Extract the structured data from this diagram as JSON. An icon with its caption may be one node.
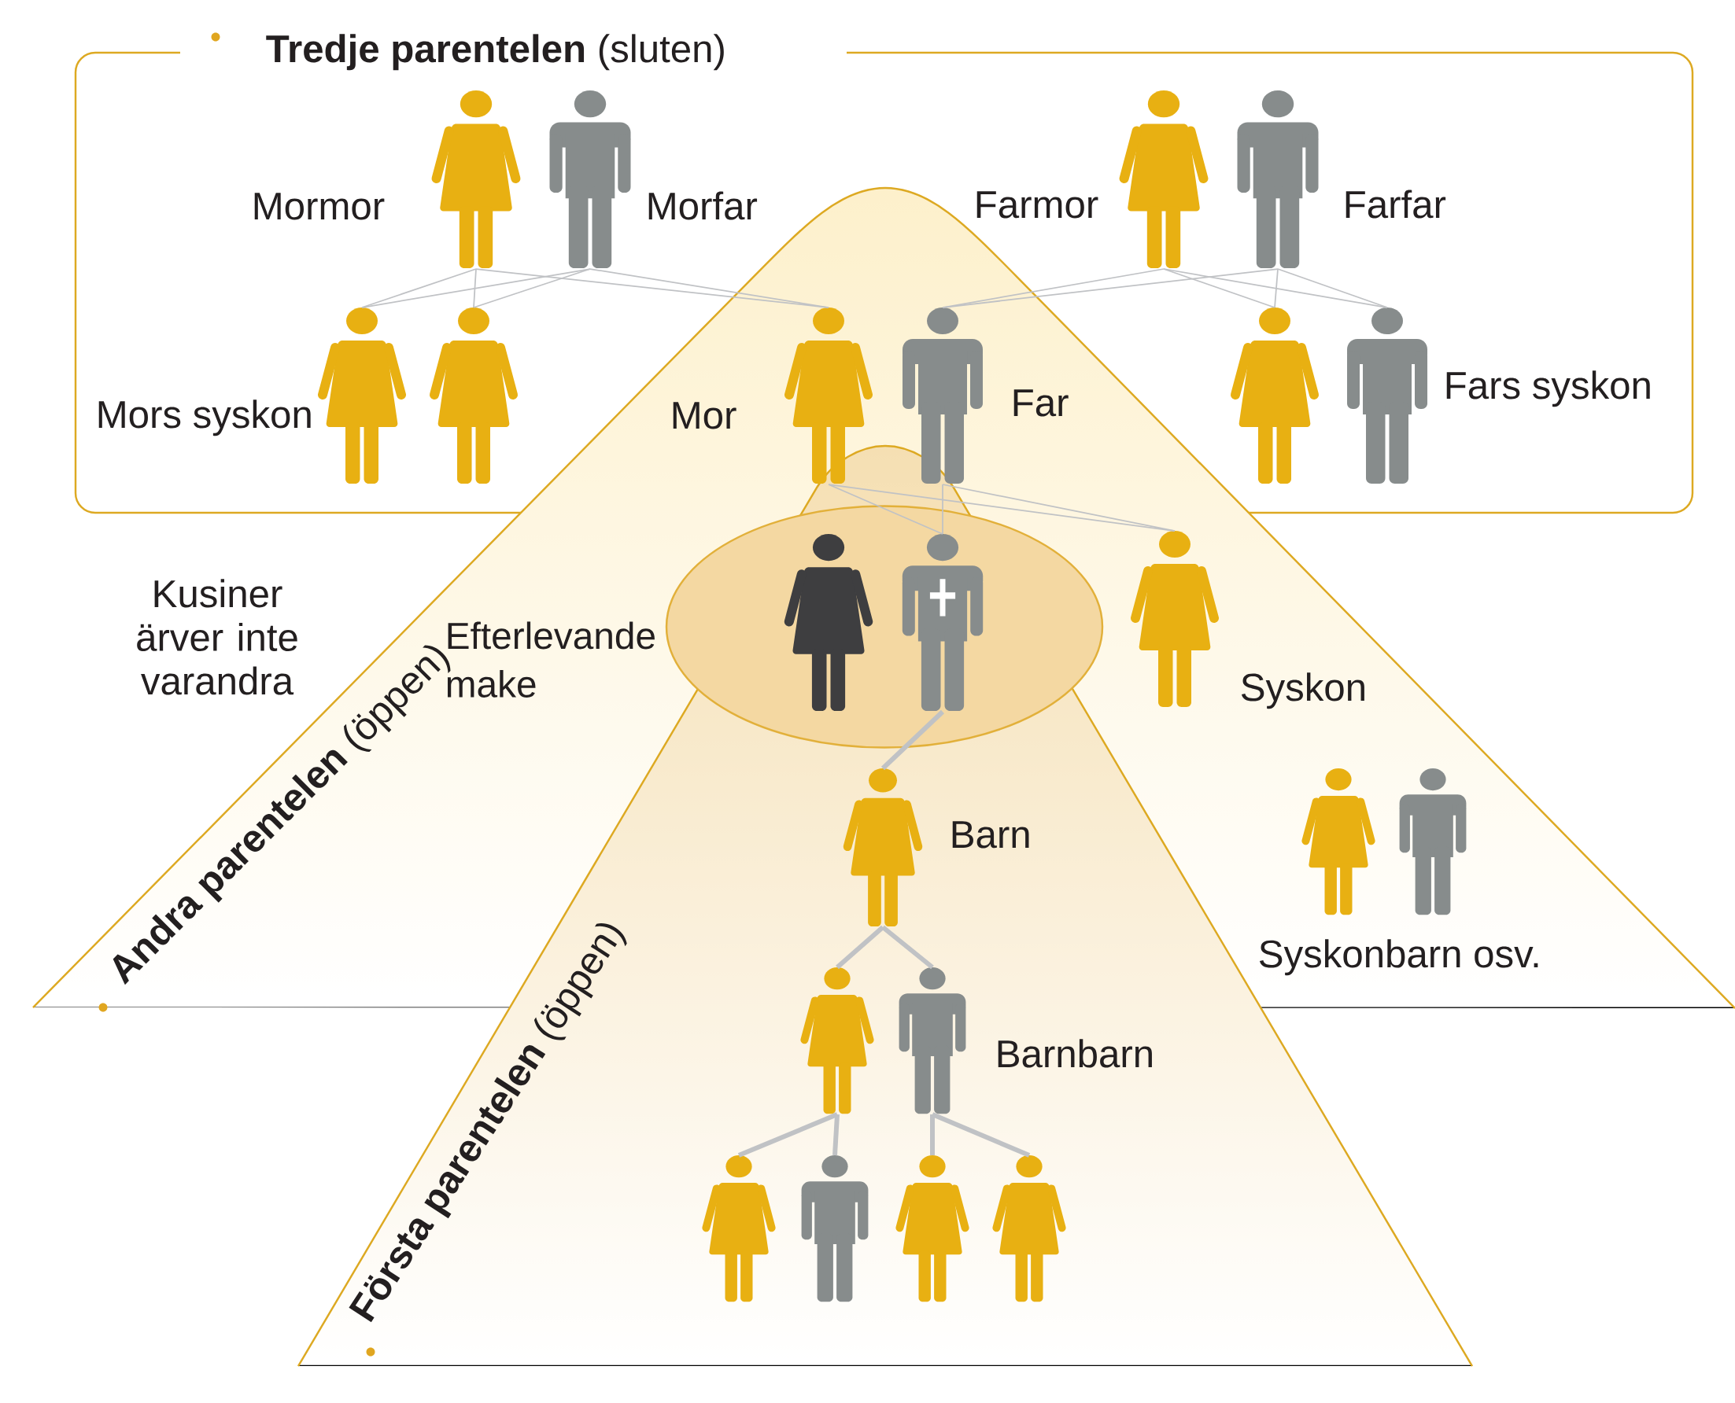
{
  "diagram": {
    "nodes": [
      {
        "text": [
          "**Tredje parentelen** (sluten)"
        ]
      },
      {
        "text": [],
        "shape": "person",
        "in": 0,
        "beside": [
          "Mormor"
        ]
      },
      {
        "text": [],
        "shape": "person",
        "in": 0,
        "beside": [
          "Morfar"
        ]
      },
      {
        "text": [],
        "shape": "person",
        "in": 0,
        "beside": [
          "Farmor"
        ]
      },
      {
        "text": [],
        "shape": "person",
        "in": 0,
        "beside": [
          "Farfar"
        ]
      },
      {
        "text": [],
        "shape": "person",
        "in": 0,
        "beside": [
          "Mors syskon"
        ]
      },
      {
        "text": [],
        "shape": "person",
        "in": 0
      },
      {
        "text": [],
        "shape": "person",
        "beside": [
          "Mor"
        ]
      },
      {
        "text": [],
        "shape": "person",
        "beside": [
          "Far"
        ]
      },
      {
        "text": [],
        "shape": "person",
        "in": 0
      },
      {
        "text": [],
        "shape": "person",
        "in": 0,
        "beside": [
          "Fars syskon"
        ]
      },
      {
        "text": [
          "**Andra parentelen** (öppen)"
        ]
      },
      {
        "text": [],
        "shape": "ellipse"
      },
      {
        "text": [],
        "shape": "person",
        "in": 12,
        "beside": [
          "Efterlevande make"
        ]
      },
      {
        "text": [],
        "shape": "person",
        "in": 12
      },
      {
        "text": [],
        "shape": "person",
        "in": 11,
        "beside": [
          "Syskon"
        ]
      },
      {
        "text": [
          "**Första parentelen** (öppen)"
        ]
      },
      {
        "text": [],
        "shape": "person",
        "beside": [
          "Barn"
        ]
      },
      {
        "text": [],
        "shape": "person",
        "in": 11
      },
      {
        "text": [],
        "shape": "person",
        "in": 11
      },
      {
        "text": [],
        "shape": "person",
        "in": 16
      },
      {
        "text": [],
        "shape": "person",
        "in": 16
      },
      {
        "text": [],
        "shape": "person",
        "in": 16
      },
      {
        "text": [],
        "shape": "person",
        "in": 16
      },
      {
        "text": [],
        "shape": "person",
        "in": 16
      },
      {
        "text": [],
        "shape": "person",
        "in": 16
      }
    ],
    "edges": [
      {
        "from": 1,
        "to": 5,
        "arrow": "none"
      },
      {
        "from": 1,
        "to": 6,
        "arrow": "none"
      },
      {
        "from": 1,
        "to": 7,
        "arrow": "none"
      },
      {
        "from": 2,
        "to": 5,
        "arrow": "none"
      },
      {
        "from": 2,
        "to": 6,
        "arrow": "none"
      },
      {
        "from": 2,
        "to": 7,
        "arrow": "none"
      },
      {
        "from": 3,
        "to": 8,
        "arrow": "none"
      },
      {
        "from": 3,
        "to": 9,
        "arrow": "none"
      },
      {
        "from": 3,
        "to": 10,
        "arrow": "none"
      },
      {
        "from": 4,
        "to": 8,
        "arrow": "none"
      },
      {
        "from": 4,
        "to": 9,
        "arrow": "none"
      },
      {
        "from": 4,
        "to": 10,
        "arrow": "none"
      },
      {
        "from": 7,
        "to": 14,
        "arrow": "none"
      },
      {
        "from": 7,
        "to": 15,
        "arrow": "none"
      },
      {
        "from": 8,
        "to": 14,
        "arrow": "none"
      },
      {
        "from": 8,
        "to": 15,
        "arrow": "none"
      },
      {
        "from": 14,
        "to": 17,
        "arrow": "none",
        "style": "thick"
      },
      {
        "from": 17,
        "to": 20,
        "arrow": "none",
        "style": "thick"
      },
      {
        "from": 17,
        "to": 21,
        "arrow": "none",
        "style": "thick"
      },
      {
        "from": 20,
        "to": 22,
        "arrow": "none",
        "style": "thick"
      },
      {
        "from": 20,
        "to": 23,
        "arrow": "none",
        "style": "thick"
      },
      {
        "from": 21,
        "to": 24,
        "arrow": "none",
        "style": "thick"
      },
      {
        "from": 21,
        "to": 25,
        "arrow": "none",
        "style": "thick"
      }
    ],
    "labels": [
      "Kusiner ärver inte varandra",
      "Syskonbarn osv.",
      "Barnbarn"
    ]
  }
}
